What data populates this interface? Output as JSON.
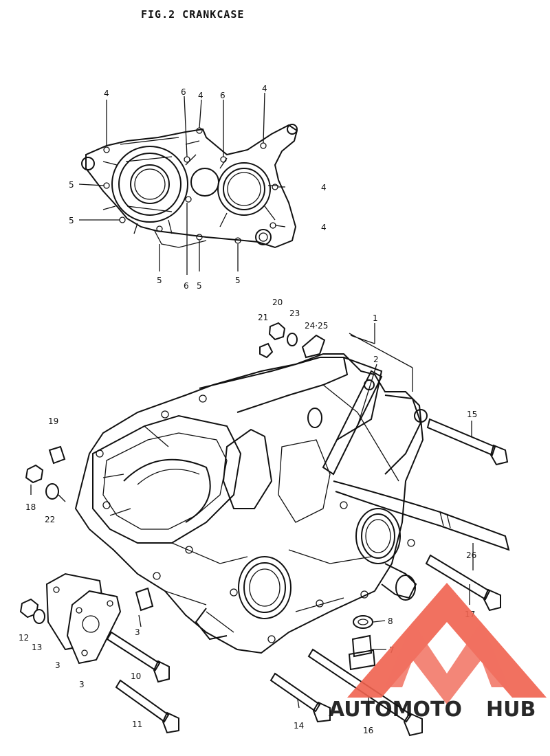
{
  "figure": {
    "title": "FIG.2  CRANKCASE"
  },
  "top_view_callouts": [
    {
      "id": "t1",
      "label": "4"
    },
    {
      "id": "t2",
      "label": "6"
    },
    {
      "id": "t3",
      "label": "4"
    },
    {
      "id": "t4",
      "label": "6"
    },
    {
      "id": "t5",
      "label": "4"
    },
    {
      "id": "t6",
      "label": "5"
    },
    {
      "id": "t7",
      "label": "4"
    },
    {
      "id": "t8",
      "label": "5"
    },
    {
      "id": "t9",
      "label": "4"
    },
    {
      "id": "t10",
      "label": "5"
    },
    {
      "id": "t11",
      "label": "6"
    },
    {
      "id": "t12",
      "label": "5"
    },
    {
      "id": "t13",
      "label": "5"
    }
  ],
  "exploded_callouts": [
    {
      "id": "p1",
      "label": "1"
    },
    {
      "id": "p2",
      "label": "2"
    },
    {
      "id": "p3",
      "label": "3"
    },
    {
      "id": "p7",
      "label": "7"
    },
    {
      "id": "p8",
      "label": "8"
    },
    {
      "id": "p9a",
      "label": "3"
    },
    {
      "id": "p9b",
      "label": "3"
    },
    {
      "id": "p10",
      "label": "10"
    },
    {
      "id": "p11",
      "label": "11"
    },
    {
      "id": "p12",
      "label": "12"
    },
    {
      "id": "p13",
      "label": "13"
    },
    {
      "id": "p14",
      "label": "14"
    },
    {
      "id": "p15",
      "label": "15"
    },
    {
      "id": "p16",
      "label": "16"
    },
    {
      "id": "p17",
      "label": "17"
    },
    {
      "id": "p18",
      "label": "18"
    },
    {
      "id": "p19",
      "label": "19"
    },
    {
      "id": "p20",
      "label": "20"
    },
    {
      "id": "p21",
      "label": "21"
    },
    {
      "id": "p22",
      "label": "22"
    },
    {
      "id": "p23",
      "label": "23"
    },
    {
      "id": "p2425",
      "label": "24·25"
    },
    {
      "id": "p26",
      "label": "26"
    }
  ],
  "watermark": {
    "text_part1": "AUTOMOTO",
    "text_part2": "HUB",
    "color_primary": "#f0624f",
    "color_secondary": "#f5b24a",
    "color_dark": "#6b6b6b"
  }
}
